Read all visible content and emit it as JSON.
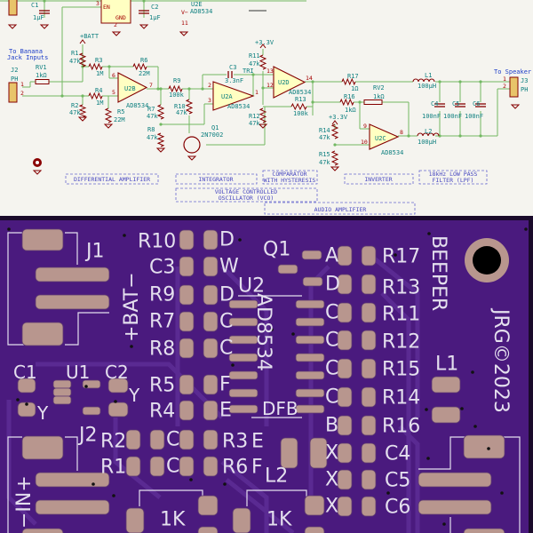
{
  "schematic": {
    "texts": {
      "c1": "C1",
      "c1v": "1µF",
      "c2": "C2",
      "c2v": "1µF",
      "u1_en": "EN",
      "u1_gnd": "GND",
      "u2e": "U2E",
      "u2ep": "AD8534",
      "vminus": "V−",
      "pin11": "11",
      "batt": "+BATT",
      "note1": "To Banana",
      "note2": "Jack Inputs",
      "r1": "R1",
      "r1v": "47k",
      "r3": "R3",
      "r3v": "1M",
      "r6": "R6",
      "r6v": "22M",
      "rv1": "RV1",
      "rv1v": "1kΩ",
      "j2": "J2",
      "j2v": "PH",
      "r4": "R4",
      "r4v": "1M",
      "u2b": "U2B",
      "u2bp": "AD8534",
      "r9": "R9",
      "r9v": "100k",
      "c3": "C3",
      "c3v": "3.3nF",
      "tri": "TRI",
      "u2a": "U2A",
      "u2ap": "AD8534",
      "r2": "R2",
      "r2v": "47k",
      "r5": "R5",
      "r5v": "22M",
      "r7": "R7",
      "r7v": "47k",
      "r10": "R10",
      "r10v": "47k",
      "r8": "R8",
      "r8v": "47k",
      "q1": "Q1",
      "q1v": "2N7002",
      "p33a": "+3.3V",
      "r11": "R11",
      "r11v": "47k",
      "r12": "R12",
      "r12v": "47k",
      "u2d": "U2D",
      "u2dp": "AD8534",
      "r13": "R13",
      "r13v": "100k",
      "r17": "R17",
      "r17v": "1Ω",
      "rv2": "RV2",
      "rv2v": "1kΩ",
      "r16": "R16",
      "r16v": "1kΩ",
      "l1": "L1",
      "l1v": "100µH",
      "j3": "J3",
      "j3v": "PH",
      "spk": "To Speaker",
      "c4": "C4",
      "c5": "C5",
      "c6": "C6",
      "c4v": "100nF",
      "c5v": "100nF",
      "c6v": "100nF",
      "p33b": "+3.3V",
      "r14": "R14",
      "r14v": "47k",
      "r15": "R15",
      "r15v": "47k",
      "u2c": "U2C",
      "u2cp": "AD8534",
      "l2": "L2",
      "l2v": "100µH"
    },
    "pins": {
      "b6": "6",
      "b5": "5",
      "b7": "7",
      "a2": "2",
      "a3": "3",
      "a1": "1",
      "d13": "13",
      "d12": "12",
      "d14": "14",
      "c9": "9",
      "c10": "10",
      "c8": "8",
      "j2p1": "1",
      "j2p2": "2",
      "j3p1": "1",
      "j3p2": "2",
      "u1p3": "3",
      "u1p2": "2"
    },
    "blocks": {
      "diff": "DIFFERENTIAL AMPLIFIER",
      "integ": "INTEGRATOR",
      "comp1": "COMPARATOR",
      "comp2": "WITH HYSTERESIS",
      "inv": "INVERTER",
      "lpf1": "18kHz LOW PASS",
      "lpf2": "FILTER (LPF)",
      "vco1": "VOLTAGE CONTROLLED",
      "vco2": "OSCILLATOR (VCO)",
      "audio": "AUDIO AMPLIFIER"
    }
  },
  "pcb": {
    "labels": {
      "j1": "J1",
      "bat": "+BAT−",
      "r10": "R10",
      "c3": "C3",
      "r9": "R9",
      "r7": "R7",
      "r8": "R8",
      "r5": "R5",
      "r4": "R4",
      "r2": "R2",
      "r1": "R1",
      "r3": "R3",
      "r6": "R6",
      "u2": "U2",
      "ad8534": "AD8534",
      "dfb": "DFB",
      "q1": "Q1",
      "r17": "R17",
      "r13": "R13",
      "r11": "R11",
      "r12": "R12",
      "r15": "R15",
      "r14": "R14",
      "r16": "R16",
      "c4": "C4",
      "c5": "C5",
      "c6": "C6",
      "beeper": "BEEPER",
      "jrg": "JRG©2023",
      "l1": "L1",
      "l2": "L2",
      "c1": "C1",
      "u1": "U1",
      "c2": "C2",
      "j2": "J2",
      "in": "−IN+",
      "trim1": "1K",
      "trim2": "1K"
    },
    "net_letters_left": [
      "D",
      "W",
      "D",
      "C",
      "C",
      "F",
      "E"
    ],
    "net_letters_mid": [
      "C",
      "C",
      "E",
      "F"
    ],
    "net_letters_right": [
      "A",
      "D",
      "C",
      "C",
      "C",
      "C",
      "B",
      "X",
      "X",
      "X"
    ],
    "net_letters_u": [
      "Y",
      "Y"
    ],
    "colors": {
      "board": "#4a1a7e",
      "pad": "#b8968e",
      "silk": "#e4dfee",
      "trace": "#5a2a92"
    }
  },
  "colors": {
    "wire": "#72b862",
    "symbol": "#840000",
    "opamp_fill": "#ffffc2",
    "reference": "#0d7f7f",
    "note": "#1c3cc8",
    "block": "#4848c0"
  }
}
